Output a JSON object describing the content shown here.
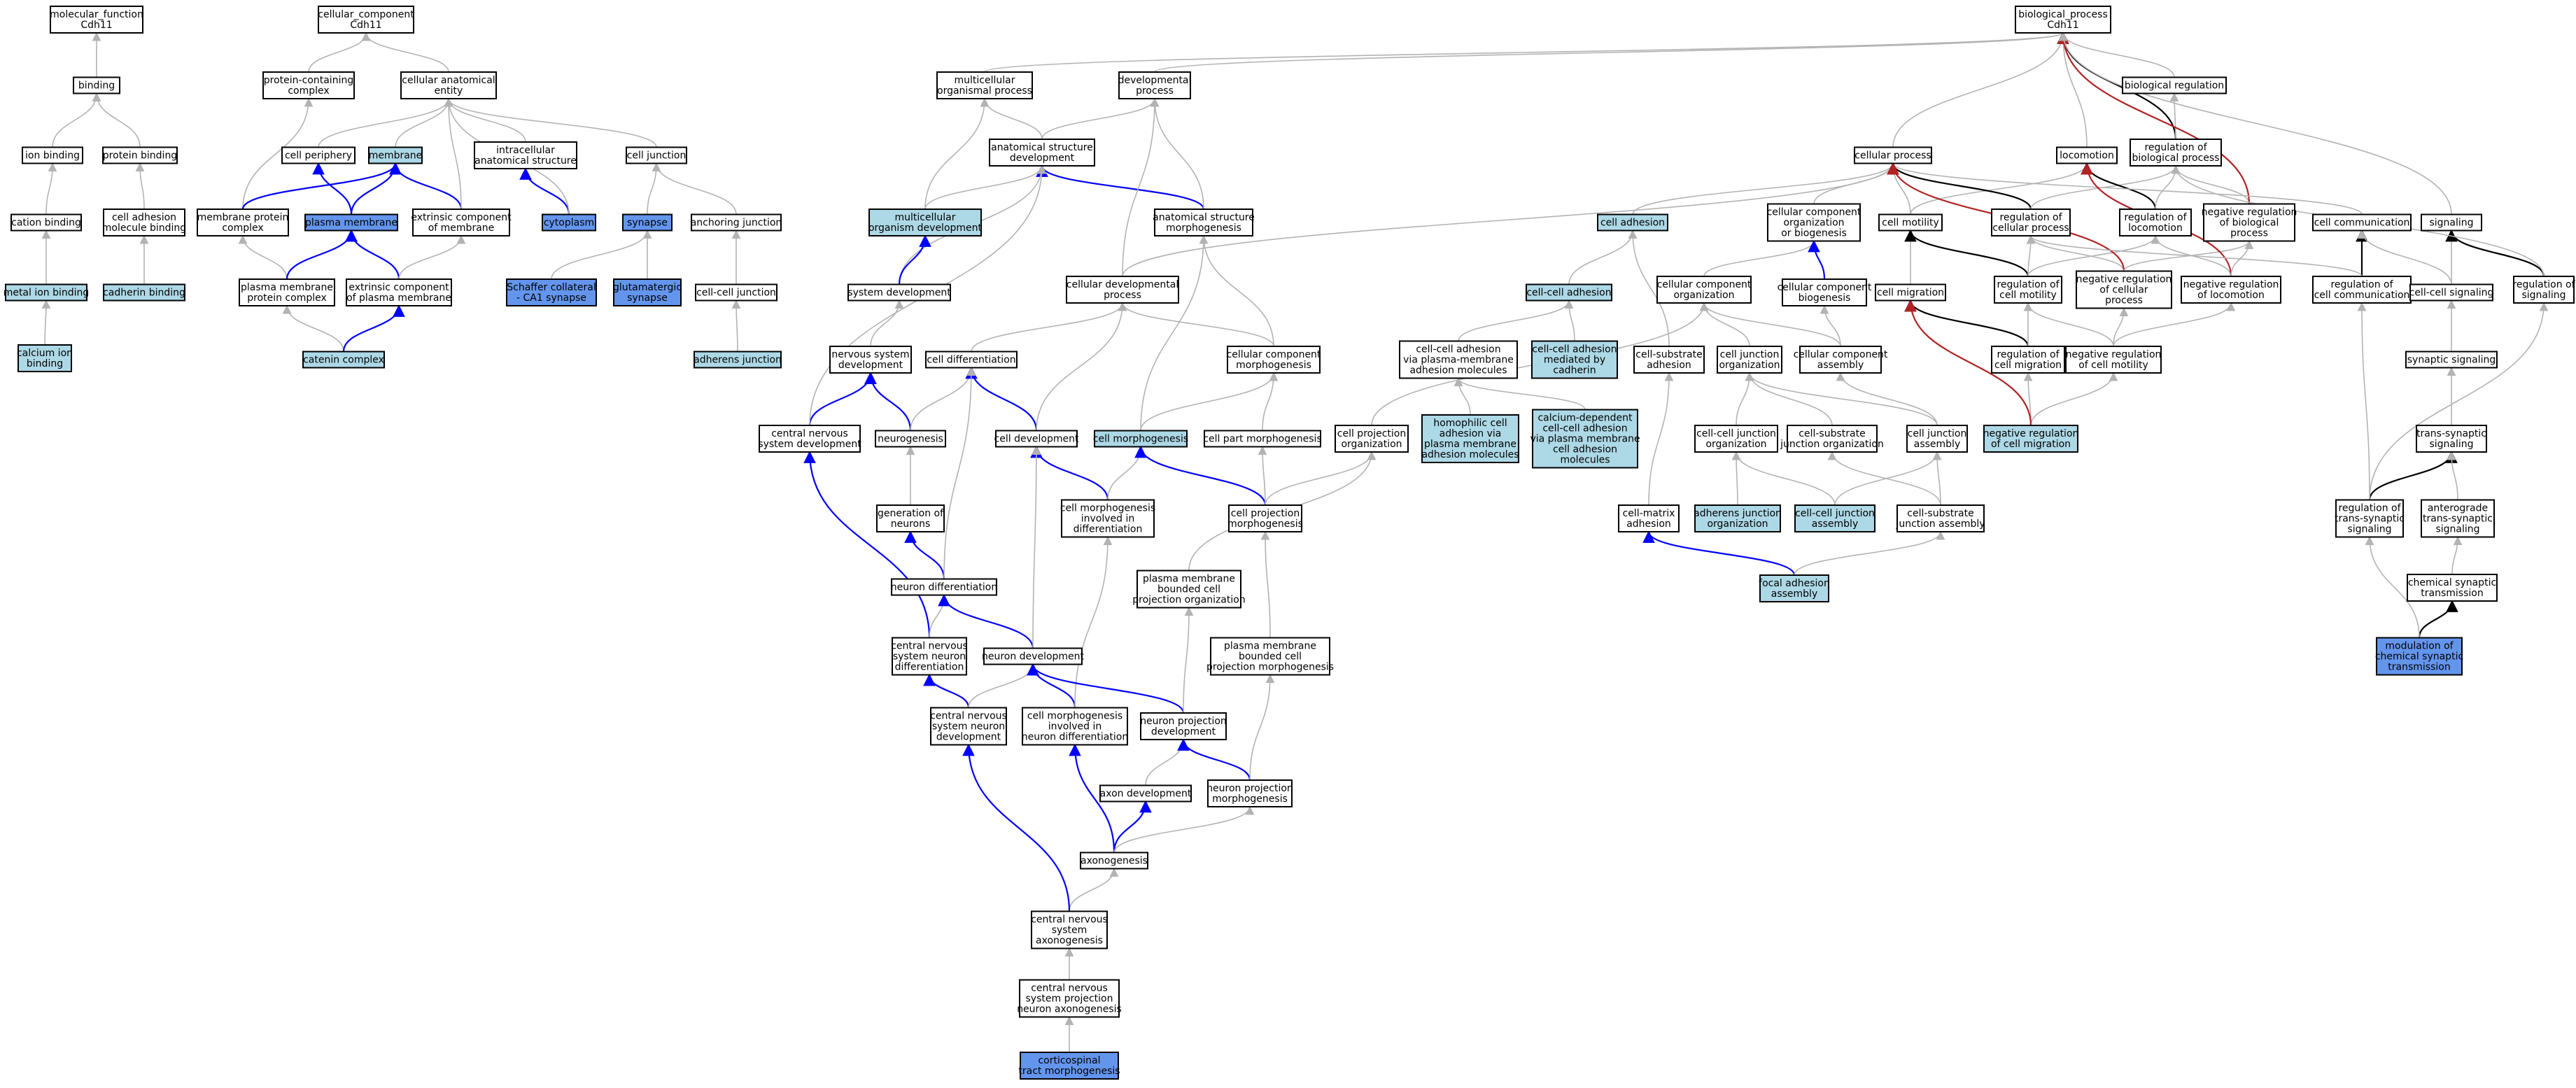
{
  "colors": {
    "plain": "#ffffff",
    "light": "#add8e6",
    "dark": "#6495ed",
    "edge_grey": "#b3b3b3",
    "edge_blue": "#0000ff",
    "edge_black": "#000000",
    "edge_red": "#b22222"
  },
  "nodes": [
    {
      "id": "mf",
      "lines": [
        "molecular_function",
        "Cdh11"
      ],
      "style": "plain"
    },
    {
      "id": "binding",
      "lines": [
        "binding"
      ],
      "style": "plain"
    },
    {
      "id": "ionb",
      "lines": [
        "ion binding"
      ],
      "style": "plain"
    },
    {
      "id": "protb",
      "lines": [
        "protein binding"
      ],
      "style": "plain"
    },
    {
      "id": "cationb",
      "lines": [
        "cation binding"
      ],
      "style": "plain"
    },
    {
      "id": "camb",
      "lines": [
        "cell adhesion",
        "molecule binding"
      ],
      "style": "plain"
    },
    {
      "id": "metalb",
      "lines": [
        "metal ion binding"
      ],
      "style": "light"
    },
    {
      "id": "cadb",
      "lines": [
        "cadherin binding"
      ],
      "style": "light"
    },
    {
      "id": "calb",
      "lines": [
        "calcium ion",
        "binding"
      ],
      "style": "light"
    },
    {
      "id": "cc",
      "lines": [
        "cellular_component",
        "Cdh11"
      ],
      "style": "plain"
    },
    {
      "id": "pcc",
      "lines": [
        "protein-containing",
        "complex"
      ],
      "style": "plain"
    },
    {
      "id": "cae",
      "lines": [
        "cellular anatomical",
        "entity"
      ],
      "style": "plain"
    },
    {
      "id": "cperiph",
      "lines": [
        "cell periphery"
      ],
      "style": "plain"
    },
    {
      "id": "membrane",
      "lines": [
        "membrane"
      ],
      "style": "light"
    },
    {
      "id": "ias",
      "lines": [
        "intracellular",
        "anatomical structure"
      ],
      "style": "plain"
    },
    {
      "id": "celljunc",
      "lines": [
        "cell junction"
      ],
      "style": "plain"
    },
    {
      "id": "mpc",
      "lines": [
        "membrane protein",
        "complex"
      ],
      "style": "plain"
    },
    {
      "id": "pm",
      "lines": [
        "plasma membrane"
      ],
      "style": "dark"
    },
    {
      "id": "ecm",
      "lines": [
        "extrinsic component",
        "of membrane"
      ],
      "style": "plain"
    },
    {
      "id": "cyto",
      "lines": [
        "cytoplasm"
      ],
      "style": "dark"
    },
    {
      "id": "synapse",
      "lines": [
        "synapse"
      ],
      "style": "dark"
    },
    {
      "id": "anchj",
      "lines": [
        "anchoring junction"
      ],
      "style": "plain"
    },
    {
      "id": "pmpc",
      "lines": [
        "plasma membrane",
        "protein complex"
      ],
      "style": "plain"
    },
    {
      "id": "ecpm",
      "lines": [
        "extrinsic component",
        "of plasma membrane"
      ],
      "style": "plain"
    },
    {
      "id": "schaffer",
      "lines": [
        "Schaffer collateral",
        "- CA1 synapse"
      ],
      "style": "dark"
    },
    {
      "id": "glut",
      "lines": [
        "glutamatergic",
        "synapse"
      ],
      "style": "dark"
    },
    {
      "id": "ccj",
      "lines": [
        "cell-cell junction"
      ],
      "style": "plain"
    },
    {
      "id": "catenin",
      "lines": [
        "catenin complex"
      ],
      "style": "light"
    },
    {
      "id": "adhj",
      "lines": [
        "adherens junction"
      ],
      "style": "light"
    },
    {
      "id": "bp",
      "lines": [
        "biological_process",
        "Cdh11"
      ],
      "style": "plain"
    },
    {
      "id": "mop",
      "lines": [
        "multicellular",
        "organismal process"
      ],
      "style": "plain"
    },
    {
      "id": "devp",
      "lines": [
        "developmental",
        "process"
      ],
      "style": "plain"
    },
    {
      "id": "biolreg",
      "lines": [
        "biological regulation"
      ],
      "style": "plain"
    },
    {
      "id": "asd",
      "lines": [
        "anatomical structure",
        "development"
      ],
      "style": "plain"
    },
    {
      "id": "cellproc",
      "lines": [
        "cellular process"
      ],
      "style": "plain"
    },
    {
      "id": "locomotion",
      "lines": [
        "locomotion"
      ],
      "style": "plain"
    },
    {
      "id": "rbp",
      "lines": [
        "regulation of",
        "biological process"
      ],
      "style": "plain"
    },
    {
      "id": "mod",
      "lines": [
        "multicellular",
        "organism development"
      ],
      "style": "light"
    },
    {
      "id": "asm",
      "lines": [
        "anatomical structure",
        "morphogenesis"
      ],
      "style": "plain"
    },
    {
      "id": "celladh",
      "lines": [
        "cell adhesion"
      ],
      "style": "light"
    },
    {
      "id": "ccob",
      "lines": [
        "cellular component",
        "organization",
        "or biogenesis"
      ],
      "style": "plain"
    },
    {
      "id": "cellmot",
      "lines": [
        "cell motility"
      ],
      "style": "plain"
    },
    {
      "id": "rcp",
      "lines": [
        "regulation of",
        "cellular process"
      ],
      "style": "plain"
    },
    {
      "id": "rloc",
      "lines": [
        "regulation of",
        "locomotion"
      ],
      "style": "plain"
    },
    {
      "id": "nrbp",
      "lines": [
        "negative regulation",
        "of biological",
        "process"
      ],
      "style": "plain"
    },
    {
      "id": "cellcomm",
      "lines": [
        "cell communication"
      ],
      "style": "plain"
    },
    {
      "id": "signaling",
      "lines": [
        "signaling"
      ],
      "style": "plain"
    },
    {
      "id": "sysdev",
      "lines": [
        "system development"
      ],
      "style": "plain"
    },
    {
      "id": "cdp",
      "lines": [
        "cellular developmental",
        "process"
      ],
      "style": "plain"
    },
    {
      "id": "ccadh",
      "lines": [
        "cell-cell adhesion"
      ],
      "style": "light"
    },
    {
      "id": "cco",
      "lines": [
        "cellular component",
        "organization"
      ],
      "style": "plain"
    },
    {
      "id": "ccb",
      "lines": [
        "cellular component",
        "biogenesis"
      ],
      "style": "plain"
    },
    {
      "id": "cellmig",
      "lines": [
        "cell migration"
      ],
      "style": "plain"
    },
    {
      "id": "rcm",
      "lines": [
        "regulation of",
        "cell motility"
      ],
      "style": "plain"
    },
    {
      "id": "nrcp",
      "lines": [
        "negative regulation",
        "of cellular",
        "process"
      ],
      "style": "plain"
    },
    {
      "id": "nrloc",
      "lines": [
        "negative regulation",
        "of locomotion"
      ],
      "style": "plain"
    },
    {
      "id": "rcc",
      "lines": [
        "regulation of",
        "cell communication"
      ],
      "style": "plain"
    },
    {
      "id": "ccsig",
      "lines": [
        "cell-cell signaling"
      ],
      "style": "plain"
    },
    {
      "id": "rsig",
      "lines": [
        "regulation of",
        "signaling"
      ],
      "style": "plain"
    },
    {
      "id": "nsd",
      "lines": [
        "nervous system",
        "development"
      ],
      "style": "plain"
    },
    {
      "id": "celldiff",
      "lines": [
        "cell differentiation"
      ],
      "style": "plain"
    },
    {
      "id": "ccm",
      "lines": [
        "cellular component",
        "morphogenesis"
      ],
      "style": "plain"
    },
    {
      "id": "ccapm",
      "lines": [
        "cell-cell adhesion",
        "via plasma-membrane",
        "adhesion molecules"
      ],
      "style": "plain"
    },
    {
      "id": "ccamc",
      "lines": [
        "cell-cell adhesion",
        "mediated by",
        "cadherin"
      ],
      "style": "light"
    },
    {
      "id": "csa",
      "lines": [
        "cell-substrate",
        "adhesion"
      ],
      "style": "plain"
    },
    {
      "id": "cjo",
      "lines": [
        "cell junction",
        "organization"
      ],
      "style": "plain"
    },
    {
      "id": "cca",
      "lines": [
        "cellular component",
        "assembly"
      ],
      "style": "plain"
    },
    {
      "id": "rcmig",
      "lines": [
        "regulation of",
        "cell migration"
      ],
      "style": "plain"
    },
    {
      "id": "nrcm",
      "lines": [
        "negative regulation",
        "of cell motility"
      ],
      "style": "plain"
    },
    {
      "id": "synsig",
      "lines": [
        "synaptic signaling"
      ],
      "style": "plain"
    },
    {
      "id": "cnsd",
      "lines": [
        "central nervous",
        "system development"
      ],
      "style": "plain"
    },
    {
      "id": "neurogenesis",
      "lines": [
        "neurogenesis"
      ],
      "style": "plain"
    },
    {
      "id": "celldev",
      "lines": [
        "cell development"
      ],
      "style": "plain"
    },
    {
      "id": "cellmorph",
      "lines": [
        "cell morphogenesis"
      ],
      "style": "light"
    },
    {
      "id": "cpm",
      "lines": [
        "cell part morphogenesis"
      ],
      "style": "plain"
    },
    {
      "id": "cpo",
      "lines": [
        "cell projection",
        "organization"
      ],
      "style": "plain"
    },
    {
      "id": "homophilic",
      "lines": [
        "homophilic cell",
        "adhesion via",
        "plasma membrane",
        "adhesion molecules"
      ],
      "style": "light"
    },
    {
      "id": "cadccadh",
      "lines": [
        "calcium-dependent",
        "cell-cell adhesion",
        "via plasma membrane",
        "cell adhesion",
        "molecules"
      ],
      "style": "light"
    },
    {
      "id": "ccjo",
      "lines": [
        "cell-cell junction",
        "organization"
      ],
      "style": "plain"
    },
    {
      "id": "csjo",
      "lines": [
        "cell-substrate",
        "junction organization"
      ],
      "style": "plain"
    },
    {
      "id": "cja",
      "lines": [
        "cell junction",
        "assembly"
      ],
      "style": "plain"
    },
    {
      "id": "nrcmig",
      "lines": [
        "negative regulation",
        "of cell migration"
      ],
      "style": "light"
    },
    {
      "id": "tss",
      "lines": [
        "trans-synaptic",
        "signaling"
      ],
      "style": "plain"
    },
    {
      "id": "gon",
      "lines": [
        "generation of",
        "neurons"
      ],
      "style": "plain"
    },
    {
      "id": "cmid",
      "lines": [
        "cell morphogenesis",
        "involved in",
        "differentiation"
      ],
      "style": "plain"
    },
    {
      "id": "cpmorph",
      "lines": [
        "cell projection",
        "morphogenesis"
      ],
      "style": "plain"
    },
    {
      "id": "cma",
      "lines": [
        "cell-matrix",
        "adhesion"
      ],
      "style": "plain"
    },
    {
      "id": "ajo",
      "lines": [
        "adherens junction",
        "organization"
      ],
      "style": "light"
    },
    {
      "id": "ccja",
      "lines": [
        "cell-cell junction",
        "assembly"
      ],
      "style": "light"
    },
    {
      "id": "csja",
      "lines": [
        "cell-substrate",
        "junction assembly"
      ],
      "style": "plain"
    },
    {
      "id": "rtss",
      "lines": [
        "regulation of",
        "trans-synaptic",
        "signaling"
      ],
      "style": "plain"
    },
    {
      "id": "atss",
      "lines": [
        "anterograde",
        "trans-synaptic",
        "signaling"
      ],
      "style": "plain"
    },
    {
      "id": "neurdiff",
      "lines": [
        "neuron differentiation"
      ],
      "style": "plain"
    },
    {
      "id": "pmbcpo",
      "lines": [
        "plasma membrane",
        "bounded cell",
        "projection organization"
      ],
      "style": "plain"
    },
    {
      "id": "faa",
      "lines": [
        "focal adhesion",
        "assembly"
      ],
      "style": "light"
    },
    {
      "id": "chemsyn",
      "lines": [
        "chemical synaptic",
        "transmission"
      ],
      "style": "plain"
    },
    {
      "id": "cnsnd",
      "lines": [
        "central nervous",
        "system neuron",
        "differentiation"
      ],
      "style": "plain"
    },
    {
      "id": "neurdev",
      "lines": [
        "neuron development"
      ],
      "style": "plain"
    },
    {
      "id": "pmbcpm",
      "lines": [
        "plasma membrane",
        "bounded cell",
        "projection morphogenesis"
      ],
      "style": "plain"
    },
    {
      "id": "mcst",
      "lines": [
        "modulation of",
        "chemical synaptic",
        "transmission"
      ],
      "style": "dark"
    },
    {
      "id": "cnsndev",
      "lines": [
        "central nervous",
        "system neuron",
        "development"
      ],
      "style": "plain"
    },
    {
      "id": "cmind",
      "lines": [
        "cell morphogenesis",
        "involved in",
        "neuron differentiation"
      ],
      "style": "plain"
    },
    {
      "id": "npd",
      "lines": [
        "neuron projection",
        "development"
      ],
      "style": "plain"
    },
    {
      "id": "axondev",
      "lines": [
        "axon development"
      ],
      "style": "plain"
    },
    {
      "id": "npm",
      "lines": [
        "neuron projection",
        "morphogenesis"
      ],
      "style": "plain"
    },
    {
      "id": "axonogenesis",
      "lines": [
        "axonogenesis"
      ],
      "style": "plain"
    },
    {
      "id": "cnsax",
      "lines": [
        "central nervous",
        "system",
        "axonogenesis"
      ],
      "style": "plain"
    },
    {
      "id": "cnspa",
      "lines": [
        "central nervous",
        "system projection",
        "neuron axonogenesis"
      ],
      "style": "plain"
    },
    {
      "id": "ctm",
      "lines": [
        "corticospinal",
        "tract morphogenesis"
      ],
      "style": "dark"
    }
  ]
}
